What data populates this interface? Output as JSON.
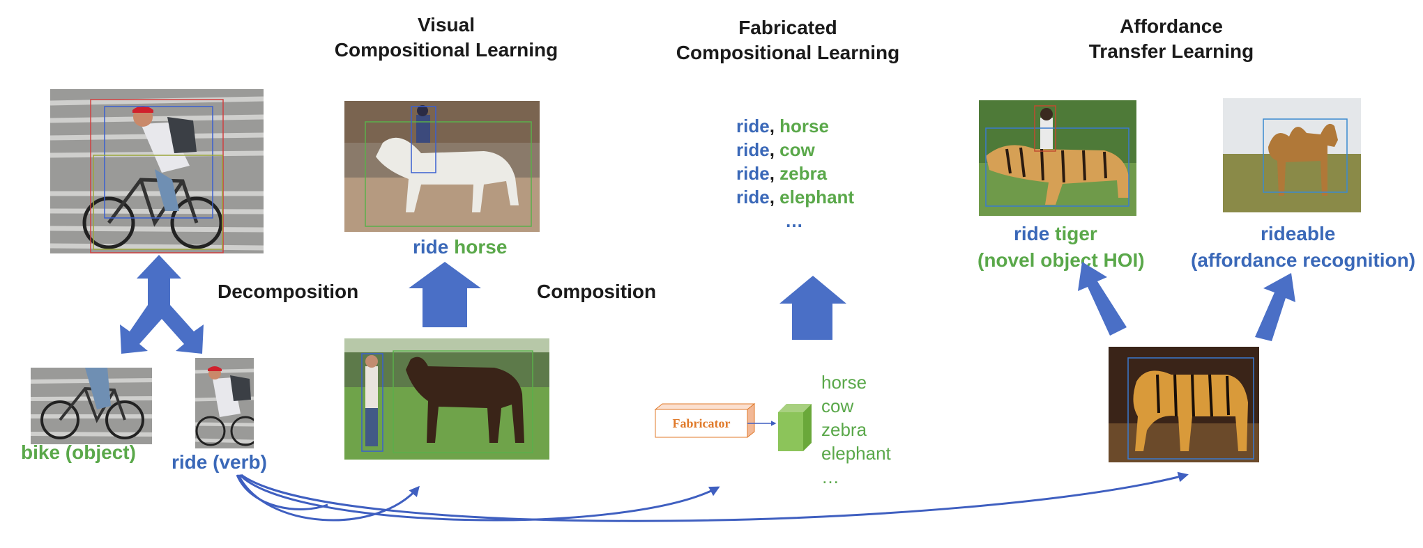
{
  "titles": {
    "visual": [
      "Visual",
      "Compositional Learning"
    ],
    "fabricated": [
      "Fabricated",
      "Compositional Learning"
    ],
    "affordance": [
      "Affordance",
      "Transfer Learning"
    ]
  },
  "captions": {
    "decomposition": "Decomposition",
    "composition": "Composition",
    "bike_object": "bike (object)",
    "ride_verb": "ride (verb)",
    "ride": "ride",
    "horse": "horse",
    "ride_tiger": "ride tiger",
    "novel_object_hoi": "(novel object HOI)",
    "rideable": "rideable",
    "affordance_recognition": "(affordance recognition)"
  },
  "fabricated_pairs": [
    {
      "verb": "ride",
      "sep": ",",
      "object": "horse"
    },
    {
      "verb": "ride",
      "sep": ",",
      "object": "cow"
    },
    {
      "verb": "ride",
      "sep": ",",
      "object": "zebra"
    },
    {
      "verb": "ride",
      "sep": ",",
      "object": "elephant"
    }
  ],
  "fabricated_ellipsis": "…",
  "fabricator_label": "Fabricator",
  "object_list": [
    "horse",
    "cow",
    "zebra",
    "elephant",
    "…"
  ],
  "colors": {
    "blue": "#3a68b8",
    "green": "#5aa84a",
    "arrow": "#4a6fc6",
    "fabricator": "#e07a2a"
  }
}
